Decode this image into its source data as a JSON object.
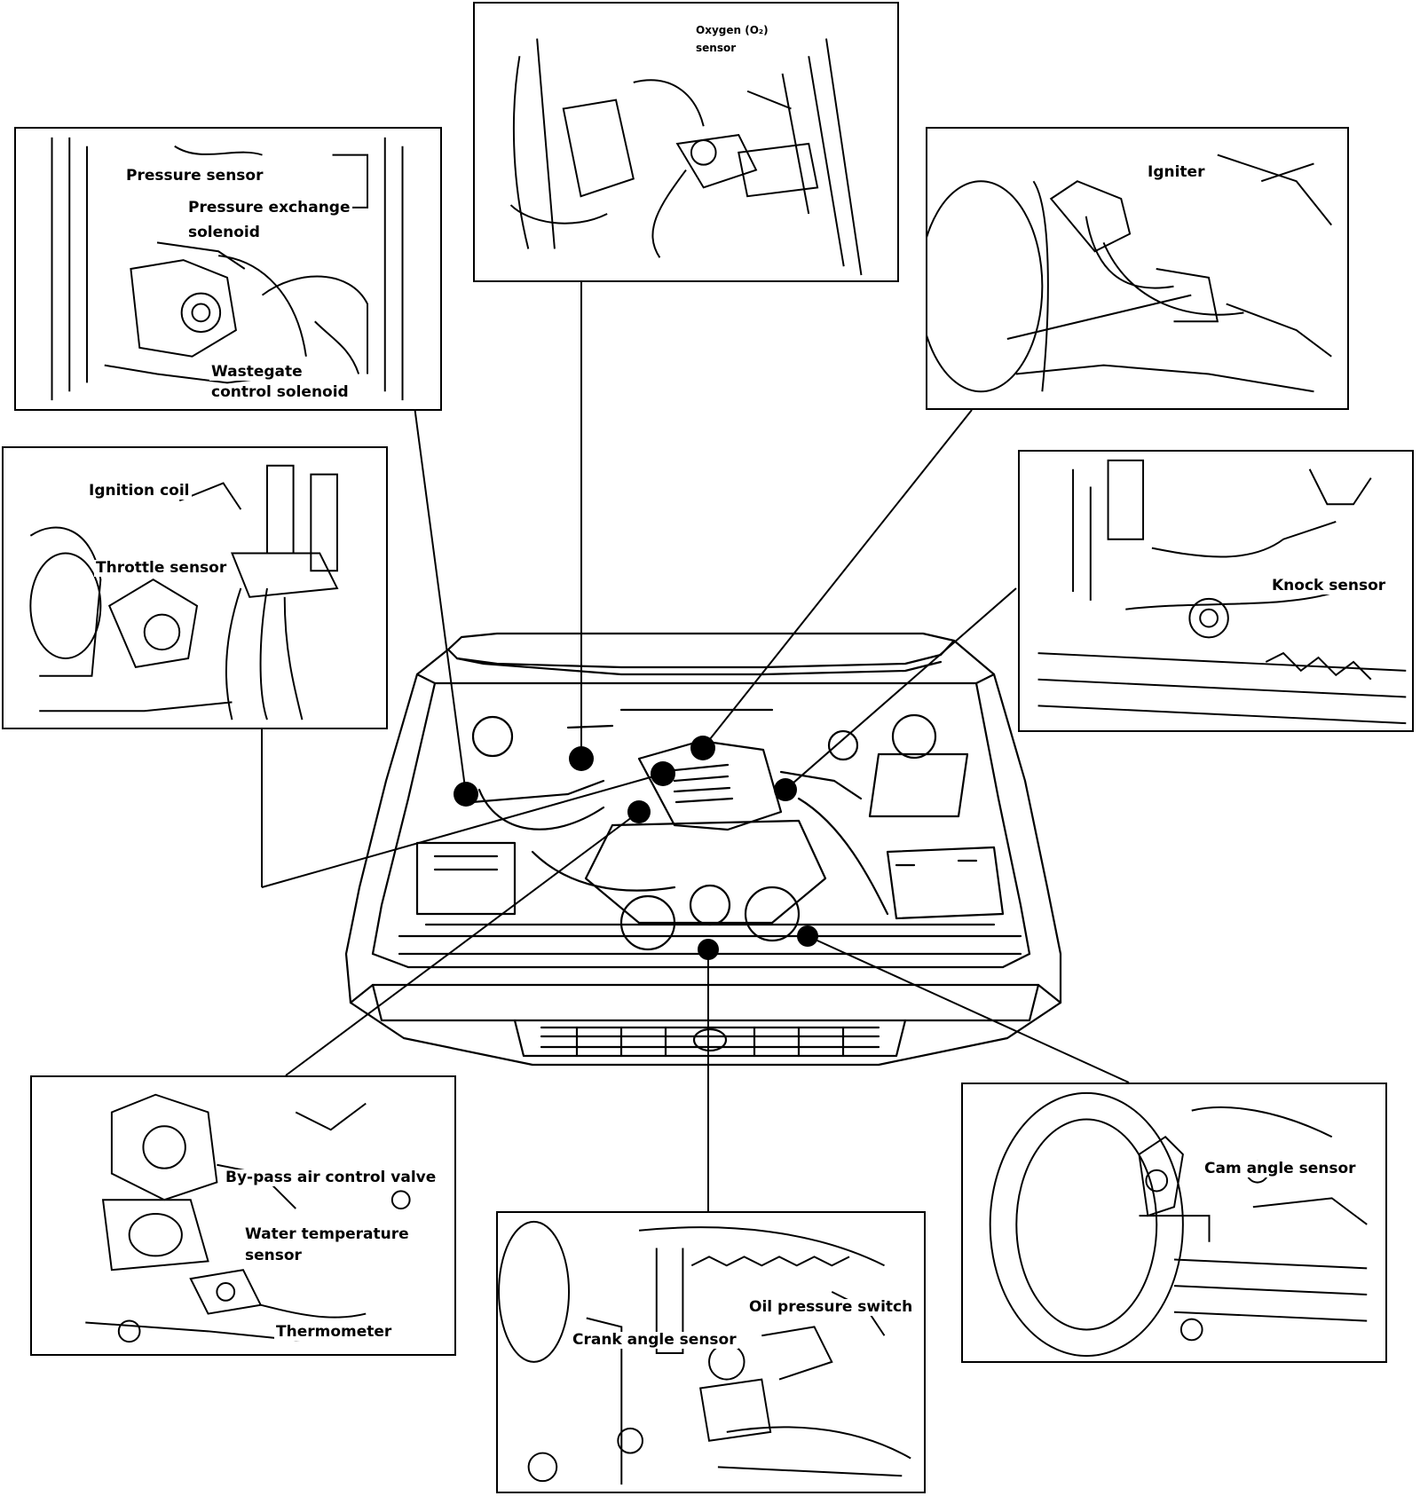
{
  "diagram": {
    "panels": {
      "pressure": {
        "labels": {
          "pressure_sensor": "Pressure sensor",
          "pressure_exchange_solenoid_1": "Pressure exchange",
          "pressure_exchange_solenoid_2": "solenoid",
          "wastegate_1": "Wastegate",
          "wastegate_2": "control solenoid"
        }
      },
      "oxygen": {
        "labels": {
          "oxygen_1": "Oxygen (O₂)",
          "oxygen_2": "sensor"
        }
      },
      "igniter": {
        "labels": {
          "igniter": "Igniter"
        }
      },
      "ignition": {
        "labels": {
          "ignition_coil": "Ignition coil",
          "throttle_sensor": "Throttle sensor"
        }
      },
      "knock": {
        "labels": {
          "knock_sensor": "Knock sensor"
        }
      },
      "bypass": {
        "labels": {
          "bypass_valve": "By-pass air control valve",
          "water_temp_1": "Water temperature",
          "water_temp_2": "sensor",
          "thermometer": "Thermometer"
        }
      },
      "crank": {
        "labels": {
          "oil_pressure_switch": "Oil pressure switch",
          "crank_angle_sensor": "Crank angle sensor"
        }
      },
      "cam": {
        "labels": {
          "cam_angle_sensor": "Cam angle sensor"
        }
      }
    }
  }
}
